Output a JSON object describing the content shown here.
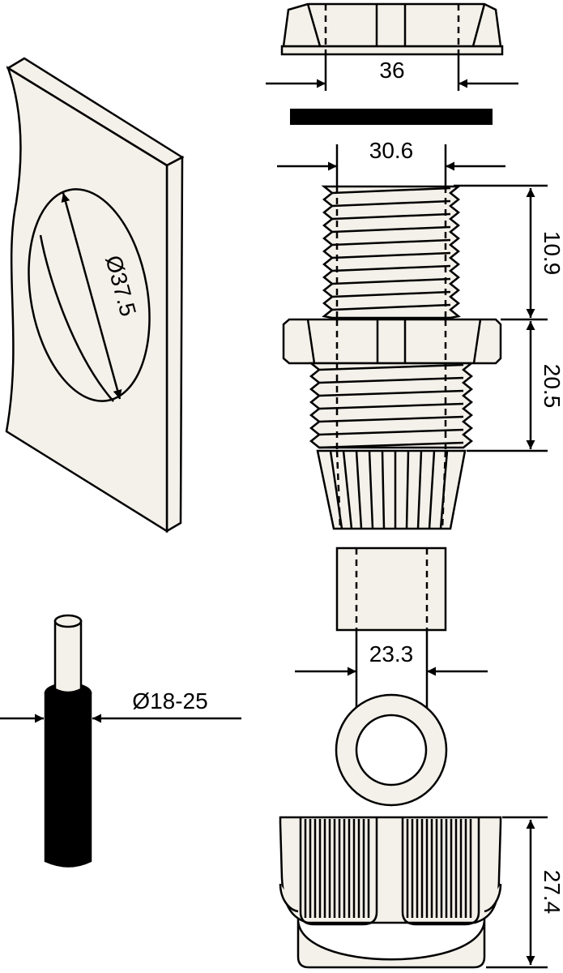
{
  "colors": {
    "line": "#000000",
    "part_fill": "#f4f1ea",
    "seal_fill": "#000000",
    "cable_jacket": "#000000",
    "background": "#ffffff"
  },
  "dimensions": {
    "locknut_width": "36",
    "thread_diameter": "30.6",
    "thread_length": "10.9",
    "body_height": "20.5",
    "insert_diameter": "23.3",
    "cap_height": "27.4",
    "panel_hole": "Ø37.5",
    "cable_range": "Ø18-25"
  }
}
